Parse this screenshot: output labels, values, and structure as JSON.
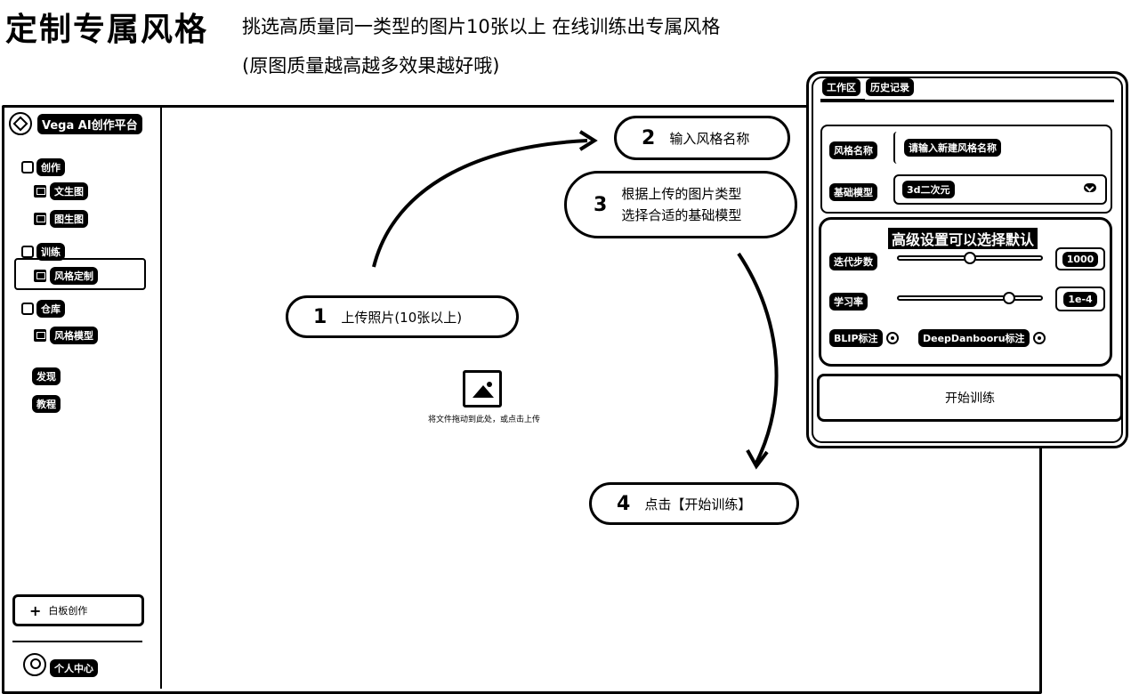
{
  "header": {
    "title": "定制专属风格",
    "subtitle": "挑选高质量同一类型的图片10张以上 在线训练出专属风格",
    "subtitle2": "(原图质量越高越多效果越好哦)"
  },
  "sidebar": {
    "logo": "Vega AI创作平台",
    "sections": {
      "create": "创作",
      "text_to_image": "文生图",
      "image_to_image": "图生图",
      "train": "训练",
      "style_custom": "风格定制",
      "warehouse": "仓库",
      "style_model": "风格模型",
      "discover": "发现",
      "tutorial": "教程"
    },
    "whiteboard_label": "白板创作",
    "user_label": "个人中心"
  },
  "steps": {
    "step1": {
      "num": "1",
      "label": "上传照片(10张以上)"
    },
    "step2": {
      "num": "2",
      "label": "输入风格名称"
    },
    "step3": {
      "num": "3",
      "line1": "根据上传的图片类型",
      "line2": "选择合适的基础模型"
    },
    "step4": {
      "num": "4",
      "label": "点击【开始训练】"
    }
  },
  "upload": {
    "hint": "将文件拖动到此处，或点击上传"
  },
  "panel": {
    "tabs": [
      "工作区",
      "历史记录"
    ],
    "style_name_label": "风格名称",
    "style_name_placeholder": "请输入新建风格名称",
    "base_model_label": "基础模型",
    "base_model_value": "3d二次元",
    "advanced_title": "高级设置可以选择默认",
    "iter_steps_label": "迭代步数",
    "iter_steps_value": "1000",
    "iter_steps_fraction": 0.5,
    "learning_rate_label": "学习率",
    "learning_rate_value": "1e-4",
    "learning_rate_fraction": 0.77,
    "blip_label": "BLIP标注",
    "deepdanbooru_label": "DeepDanbooru标注",
    "start_button": "开始训练"
  }
}
